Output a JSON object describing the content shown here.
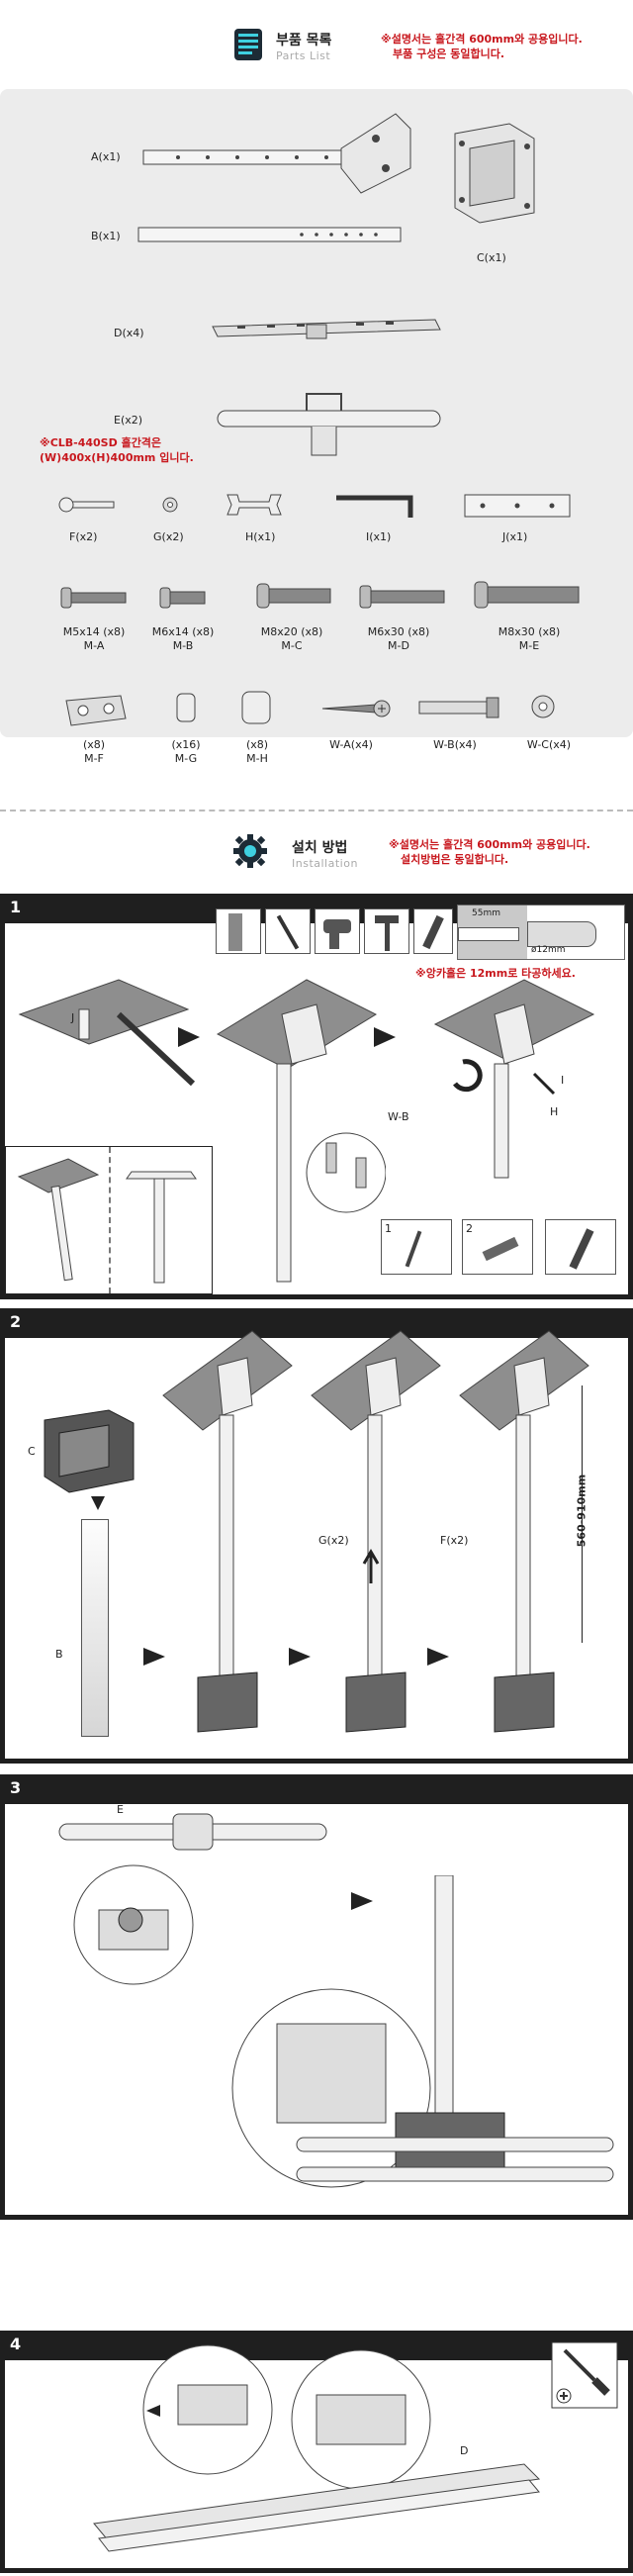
{
  "parts": {
    "title": "부품 목록",
    "subtitle": "Parts List",
    "note": [
      "※설명서는 홀간격 600mm와 공용입니다.",
      "부품 구성은 동일합니다."
    ],
    "clb_note": [
      "※CLB-440SD 홀간격은",
      "(W)400x(H)400mm 입니다."
    ],
    "labels": {
      "a": "A(x1)",
      "b": "B(x1)",
      "c": "C(x1)",
      "d": "D(x4)",
      "e": "E(x2)",
      "f": "F(x2)",
      "g": "G(x2)",
      "h": "H(x1)",
      "i": "I(x1)",
      "j": "J(x1)"
    },
    "screws": [
      {
        "size": "M5x14 (x8)",
        "code": "M-A"
      },
      {
        "size": "M6x14 (x8)",
        "code": "M-B"
      },
      {
        "size": "M8x20 (x8)",
        "code": "M-C"
      },
      {
        "size": "M6x30 (x8)",
        "code": "M-D"
      },
      {
        "size": "M8x30 (x8)",
        "code": "M-E"
      }
    ],
    "small": [
      {
        "qty": "(x8)",
        "code": "M-F"
      },
      {
        "qty": "(x16)",
        "code": "M-G"
      },
      {
        "qty": "(x8)",
        "code": "M-H"
      },
      {
        "qty": "",
        "code": "W-A(x4)"
      },
      {
        "qty": "",
        "code": "W-B(x4)"
      },
      {
        "qty": "",
        "code": "W-C(x4)"
      }
    ]
  },
  "install": {
    "title": "설치 방법",
    "subtitle": "Installation",
    "note": [
      "※설명서는 홀간격 600mm와 공용입니다.",
      "설치방법은 동일합니다."
    ]
  },
  "step1": {
    "num": "1",
    "depth": "55mm",
    "drill": "ø12mm",
    "note": "※앙카홀은 12mm로 타공하세요.",
    "j": "J",
    "wb": "W-B",
    "i": "I",
    "h": "H",
    "sub1": "1",
    "sub2": "2"
  },
  "step2": {
    "num": "2",
    "c": "C",
    "b": "B",
    "g": "G(x2)",
    "f": "F(x2)",
    "range": "560-910mm"
  },
  "step3": {
    "num": "3",
    "e": "E"
  },
  "step4": {
    "num": "4",
    "d": "D"
  },
  "colors": {
    "note_red": "#c8181e",
    "step_border": "#1f1f1f",
    "panel_bg": "#ececec"
  }
}
